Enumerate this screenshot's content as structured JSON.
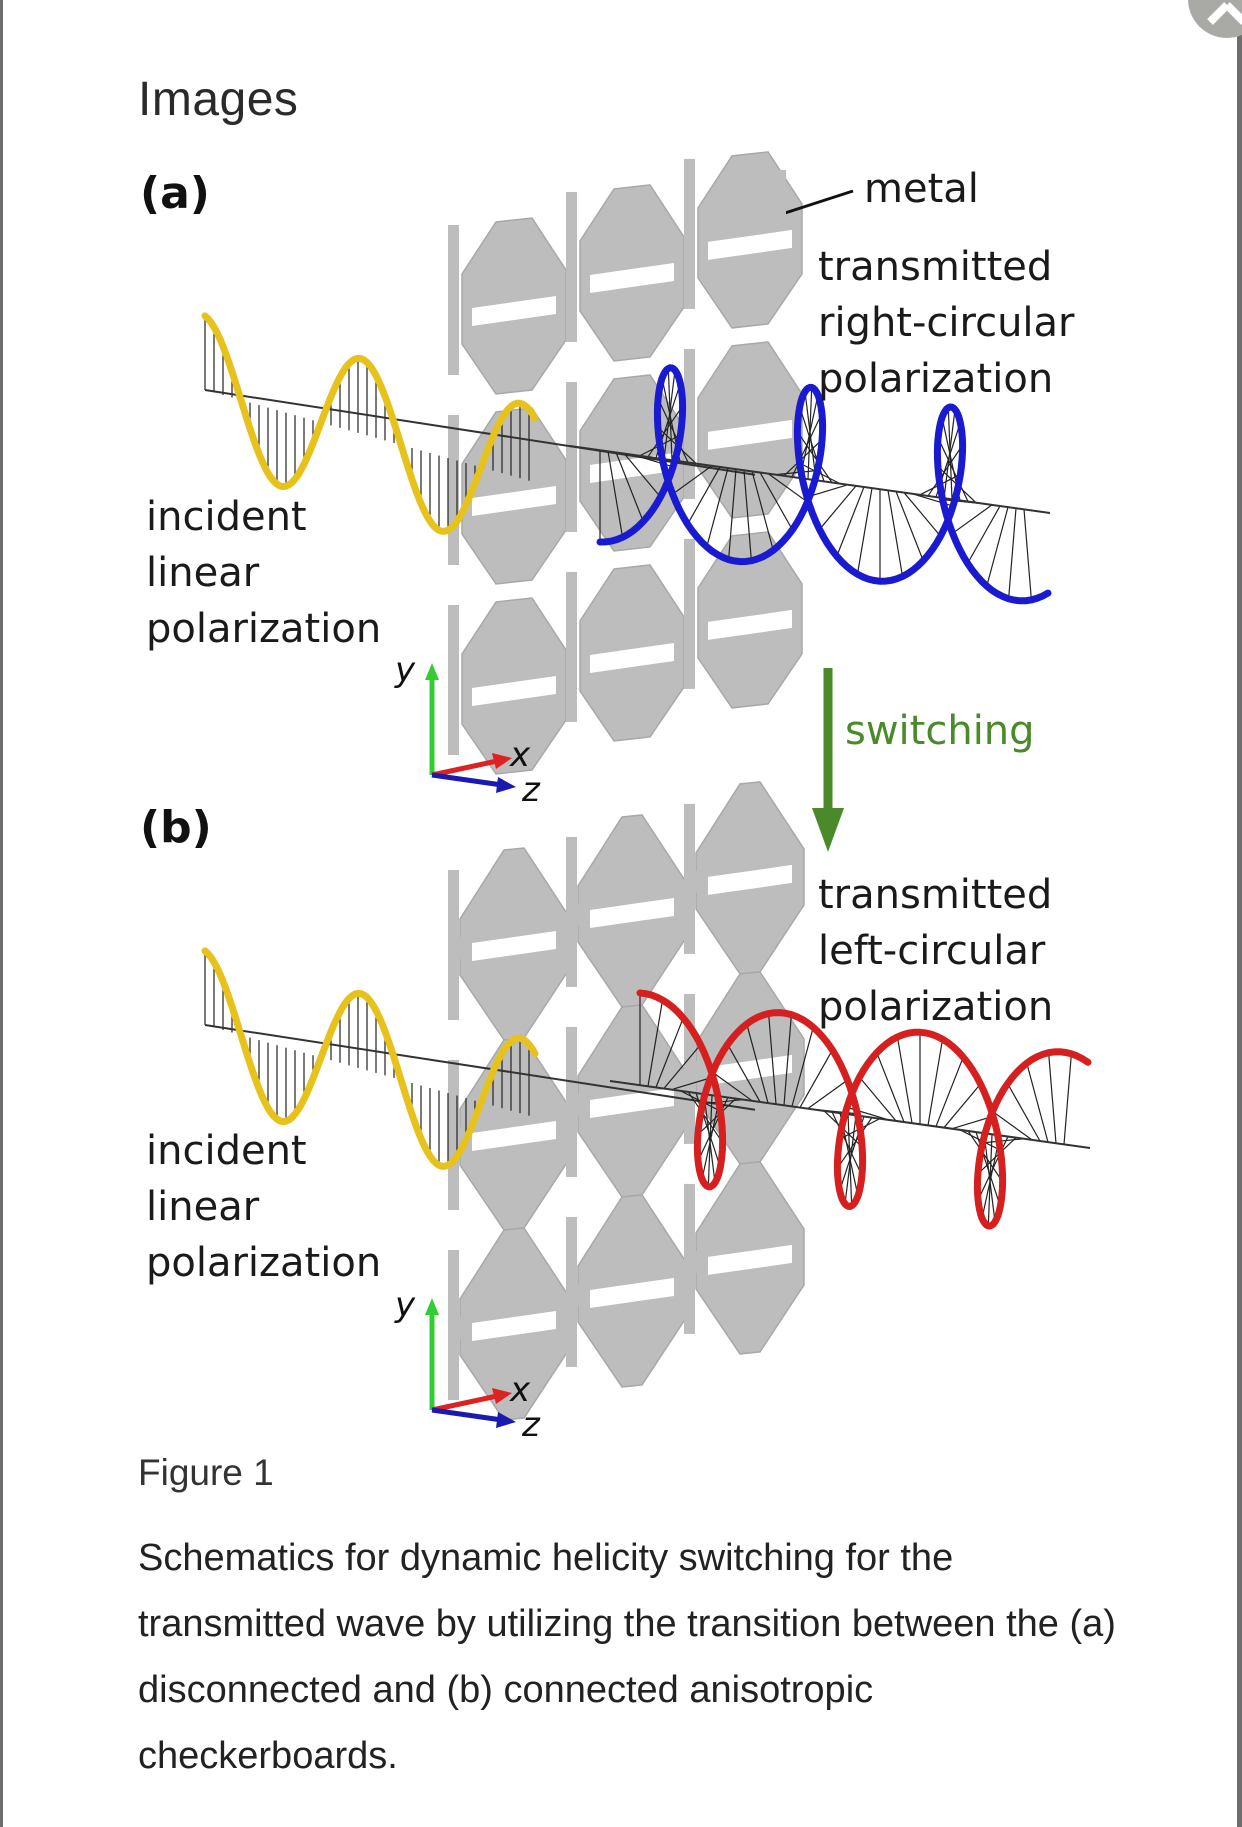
{
  "page": {
    "section_title": "Images",
    "close_icon": "close-icon"
  },
  "figure": {
    "panel_a": {
      "label": "(a)",
      "metal_label": "metal",
      "transmitted_label": [
        "transmitted",
        "right-circular",
        "polarization"
      ],
      "incident_label": [
        "incident",
        "linear",
        "polarization"
      ],
      "wave_color": "#1a1ad0",
      "axes": {
        "y": "y",
        "x": "x",
        "z": "z"
      }
    },
    "switching_label": "switching",
    "switching_color": "#4a8a2a",
    "panel_b": {
      "label": "(b)",
      "transmitted_label": [
        "transmitted",
        "left-circular",
        "polarization"
      ],
      "incident_label": [
        "incident",
        "linear",
        "polarization"
      ],
      "wave_color": "#d62020",
      "axes": {
        "y": "y",
        "x": "x",
        "z": "z"
      }
    },
    "incident_wave_color": "#e8c21c",
    "metal_color": "#bdbdbd"
  },
  "caption": {
    "figure_number": "Figure 1",
    "text": "Schematics for dynamic helicity switching for the transmitted wave by utilizing the transition between the (a) disconnected and (b) connected anisotropic checkerboards."
  }
}
